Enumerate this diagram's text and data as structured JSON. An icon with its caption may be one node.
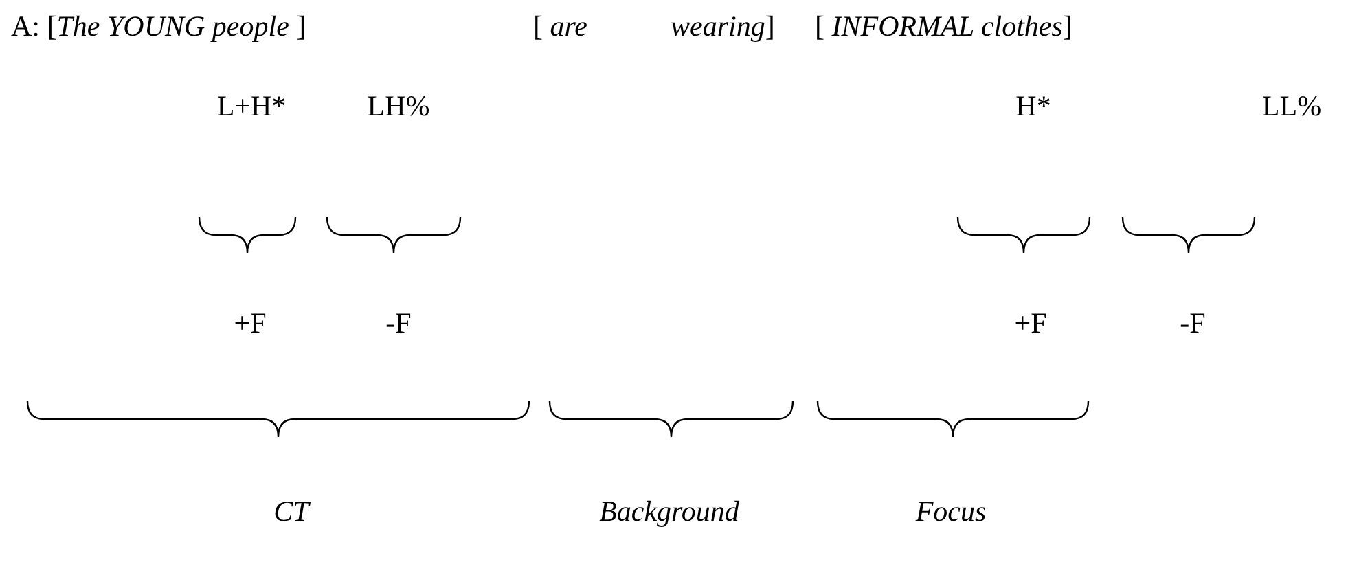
{
  "diagram": {
    "labels": [
      "A: [*The YOUNG people* ]",
      "[ *are*",
      "*wearing*]",
      "[ *INFORMAL clothes*]",
      "L+H*",
      "LH%",
      "H*",
      "LL%",
      "+F",
      "-F",
      "+F",
      "-F",
      "CT",
      "Background",
      "Focus"
    ]
  }
}
